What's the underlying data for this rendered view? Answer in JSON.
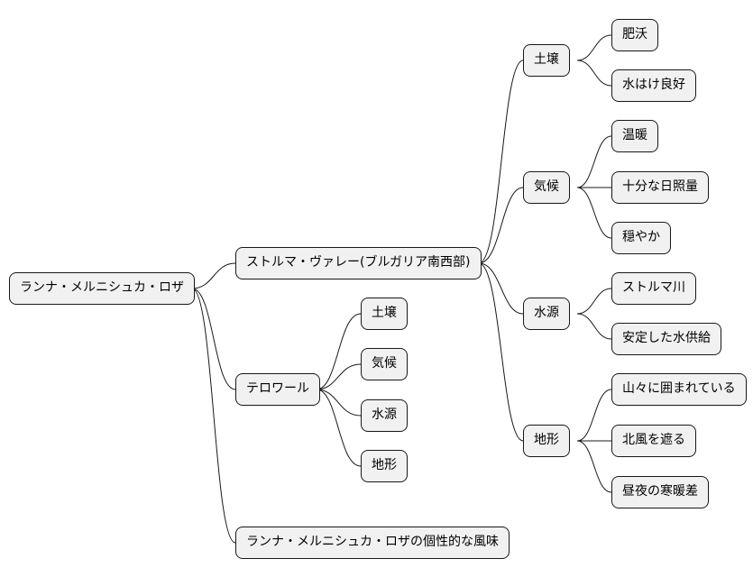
{
  "mindmap": {
    "root": {
      "label": "ランナ・メルニシュカ・ロザ"
    },
    "branches": [
      {
        "label": "ストルマ・ヴァレー(ブルガリア南西部)",
        "children": [
          {
            "label": "土壌",
            "children": [
              "肥沃",
              "水はけ良好"
            ]
          },
          {
            "label": "気候",
            "children": [
              "温暖",
              "十分な日照量",
              "穏やか"
            ]
          },
          {
            "label": "水源",
            "children": [
              "ストルマ川",
              "安定した水供給"
            ]
          },
          {
            "label": "地形",
            "children": [
              "山々に囲まれている",
              "北風を遮る",
              "昼夜の寒暖差"
            ]
          }
        ]
      },
      {
        "label": "テロワール",
        "children": [
          {
            "label": "土壌"
          },
          {
            "label": "気候"
          },
          {
            "label": "水源"
          },
          {
            "label": "地形"
          }
        ]
      },
      {
        "label": "ランナ・メルニシュカ・ロザの個性的な風味"
      }
    ]
  }
}
